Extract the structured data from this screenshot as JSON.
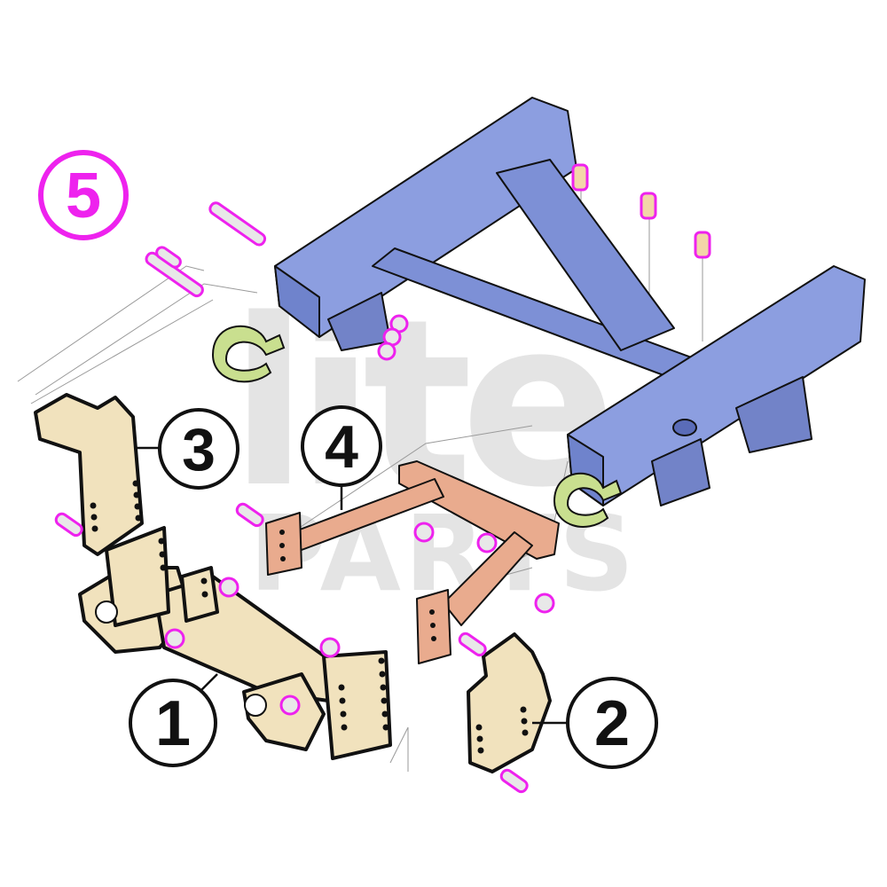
{
  "diagram": {
    "callouts": {
      "part_1": "1",
      "part_2": "2",
      "part_3": "3",
      "part_4": "4",
      "hardware": "5"
    },
    "watermark": {
      "top": "lite",
      "bottom": "PARTS"
    },
    "colors": {
      "frame": "#8c9ee0",
      "frame_shade": "#6f83cc",
      "main_bracket": "#f1e2bd",
      "side_plate": "#f1e2bd",
      "brace": "#e9ab8e",
      "tow_hook": "#c9df8f",
      "highlight": "#ee22ee",
      "outline": "#111111",
      "watermark": "#dcdcdc"
    }
  }
}
